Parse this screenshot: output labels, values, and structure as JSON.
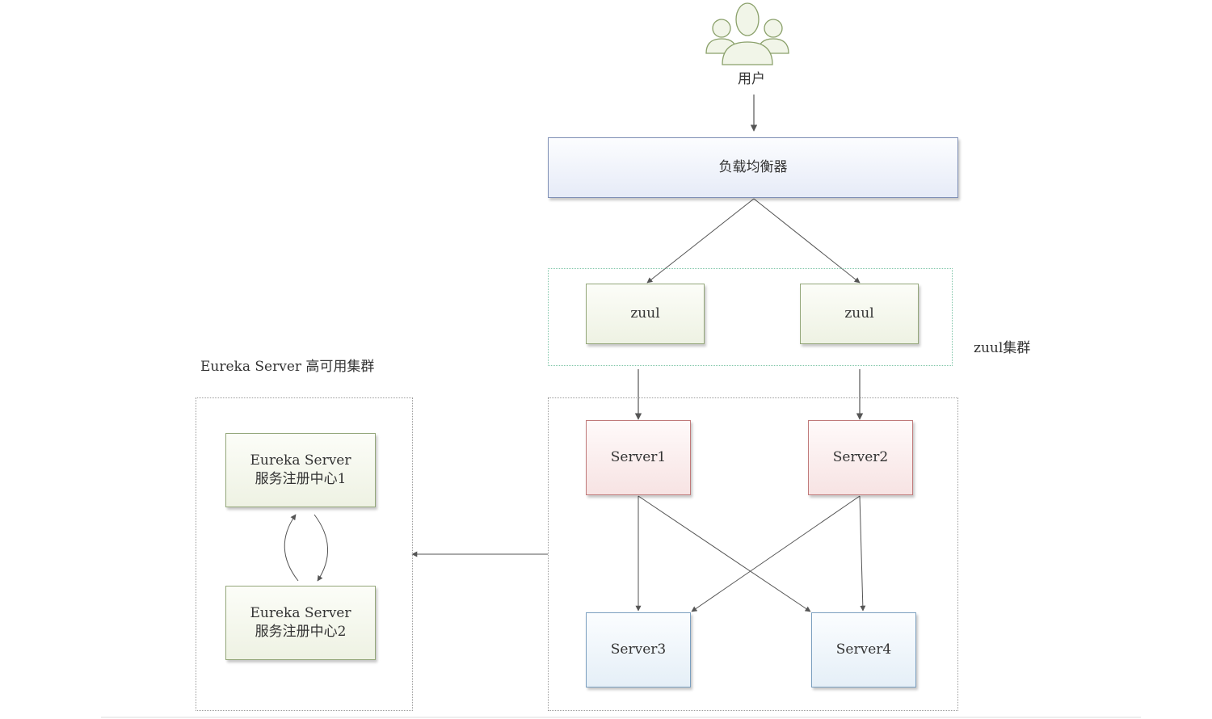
{
  "user": {
    "label": "用户"
  },
  "load_balancer": {
    "label": "负载均衡器"
  },
  "zuul_cluster": {
    "label": "zuul集群",
    "nodes": [
      {
        "label": "zuul"
      },
      {
        "label": "zuul"
      }
    ]
  },
  "eureka_cluster": {
    "label": "Eureka Server 高可用集群",
    "nodes": [
      {
        "line1": "Eureka Server",
        "line2": "服务注册中心1"
      },
      {
        "line1": "Eureka Server",
        "line2": "服务注册中心2"
      }
    ]
  },
  "servers": [
    {
      "label": "Server1"
    },
    {
      "label": "Server2"
    },
    {
      "label": "Server3"
    },
    {
      "label": "Server4"
    }
  ],
  "colors": {
    "line": "#555555",
    "zuul_group_border": "#7fc5a8",
    "service_group_border": "#9c9c9c",
    "lb_border": "#7f8fb5",
    "zuul_border": "#94a77a",
    "server_top_border": "#c07a7a",
    "server_bottom_border": "#7b9fbf"
  },
  "icons": {
    "user": "user-group-icon"
  }
}
